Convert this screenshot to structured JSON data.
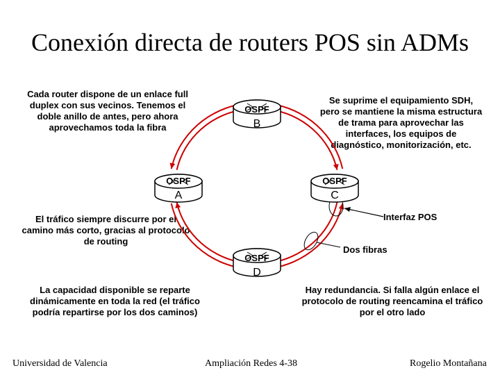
{
  "title": "Conexión directa de routers POS sin ADMs",
  "notes": {
    "top_left": "Cada router dispone de un enlace full duplex con sus vecinos. Tenemos el doble anillo de antes, pero ahora aprovechamos toda la fibra",
    "top_right": "Se suprime el equipamiento SDH, pero se mantiene la misma estructura de trama para aprovechar las interfaces, los equipos de diagnóstico, monitorización, etc.",
    "middle_left": "El tráfico siempre discurre por el camino más corto, gracias al protocolo de routing",
    "interfaz_pos": "Interfaz POS",
    "dos_fibras": "Dos fibras",
    "bottom_left": "La capacidad disponible se reparte dinámicamente en toda la red (el tráfico podría repartirse por los dos caminos)",
    "bottom_right": "Hay redundancia. Si falla algún enlace el protocolo de routing reencamina el tráfico por el otro lado"
  },
  "routers": {
    "B": {
      "protocol": "OSPF",
      "letter": "B"
    },
    "A": {
      "protocol": "OSPF",
      "letter": "A"
    },
    "C": {
      "protocol": "OSPF",
      "letter": "C"
    },
    "D": {
      "protocol": "OSPF",
      "letter": "D"
    }
  },
  "colors": {
    "fiber": "#cc0000",
    "router_body": "#ffffff",
    "router_stroke": "#000000"
  },
  "footer": {
    "left": "Universidad de Valencia",
    "center": "Ampliación Redes 4-38",
    "right": "Rogelio Montañana"
  }
}
